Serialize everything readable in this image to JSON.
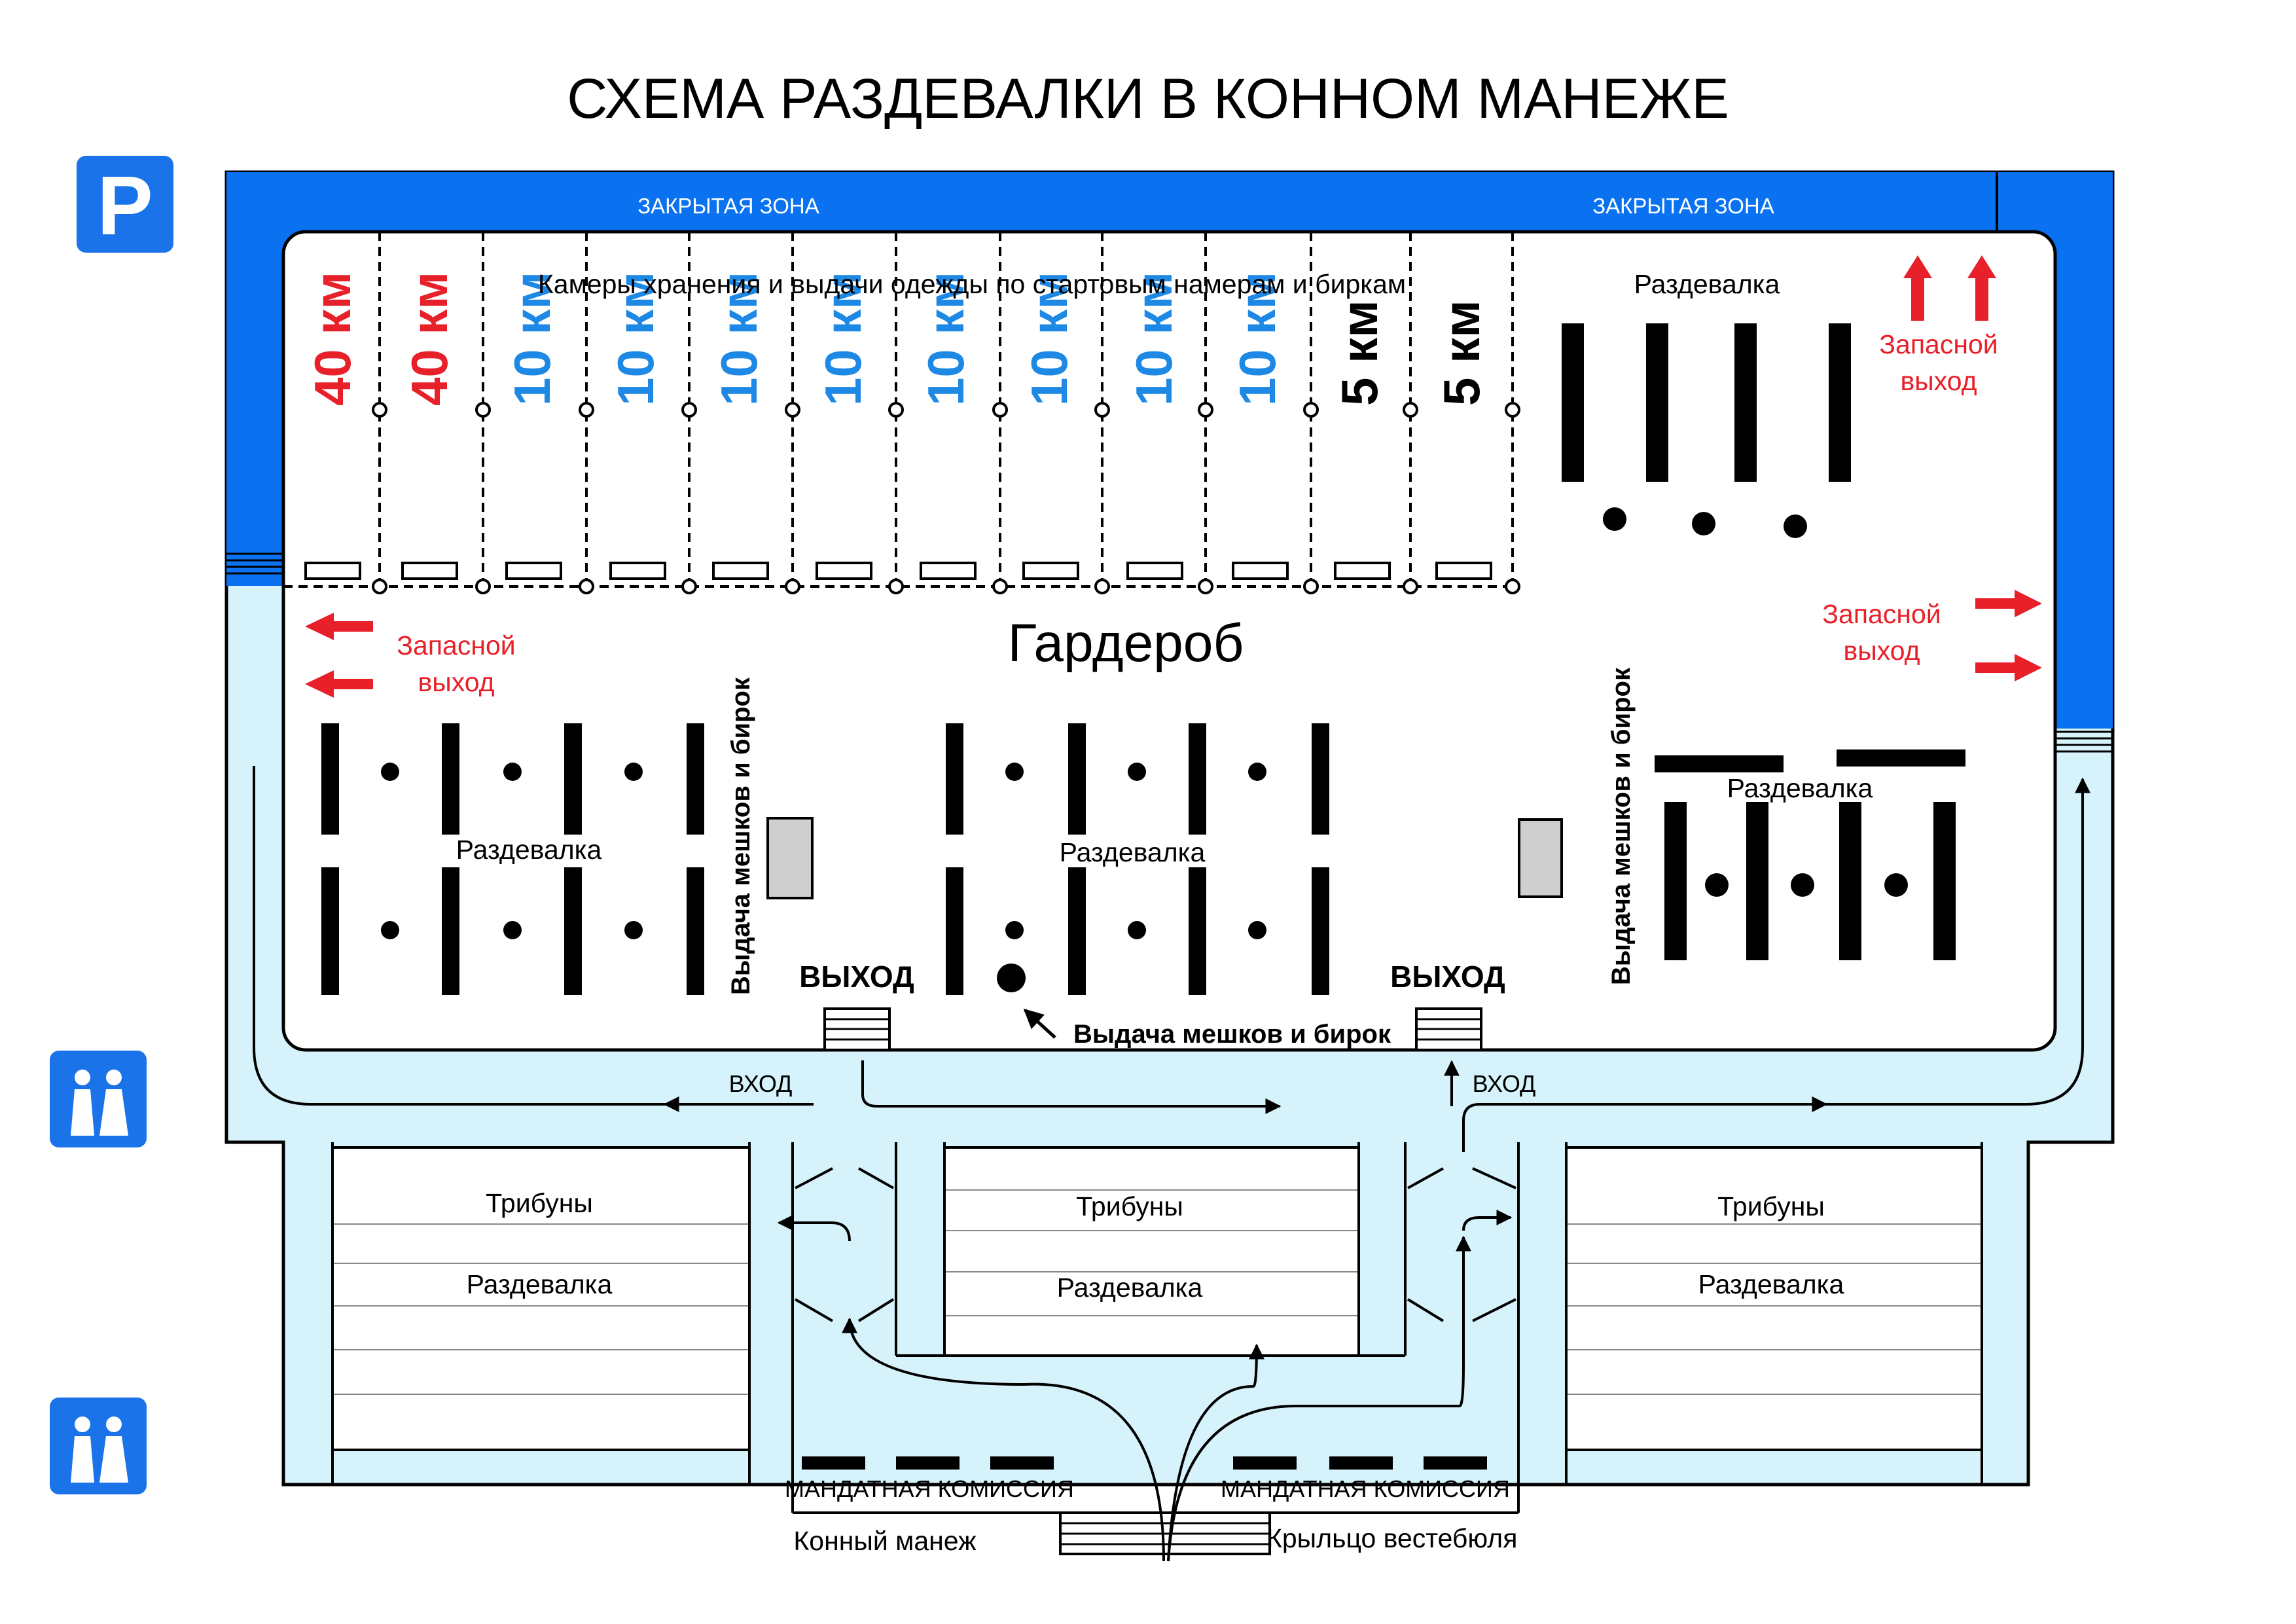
{
  "title": "СХЕМА РАЗДЕВАЛКИ В КОННОМ МАНЕЖЕ",
  "closed_zone_left": "ЗАКРЫТАЯ ЗОНА",
  "closed_zone_right": "ЗАКРЫТАЯ ЗОНА",
  "storage_caption": "Камеры хранения и выдачи одежды по стартовым намерам и биркам",
  "distances": [
    {
      "label": "40 км",
      "color": "#e8202a"
    },
    {
      "label": "40 км",
      "color": "#e8202a"
    },
    {
      "label": "10 км",
      "color": "#1e88e5"
    },
    {
      "label": "10 км",
      "color": "#1e88e5"
    },
    {
      "label": "10 км",
      "color": "#1e88e5"
    },
    {
      "label": "10 км",
      "color": "#1e88e5"
    },
    {
      "label": "10 км",
      "color": "#1e88e5"
    },
    {
      "label": "10 км",
      "color": "#1e88e5"
    },
    {
      "label": "10 км",
      "color": "#1e88e5"
    },
    {
      "label": "10 км",
      "color": "#1e88e5"
    },
    {
      "label": "5 км",
      "color": "#000000"
    },
    {
      "label": "5 км",
      "color": "#000000"
    }
  ],
  "wardrobe": "Гардероб",
  "changing_room": "Раздевалка",
  "emergency_exit_line1": "Запасной",
  "emergency_exit_line2": "выход",
  "bag_issue": "Выдача мешков и бирок",
  "exit": "ВЫХОД",
  "entrance": "ВХОД",
  "stands": "Трибуны",
  "credentials_committee": "МАНДАТНАЯ КОМИССИЯ",
  "horse_arena": "Конный манеж",
  "vestibule_porch": "Крыльцо вестебюля",
  "icons": [
    "parking-icon",
    "restroom-icon"
  ],
  "colors": {
    "closed_zone": "#0a72f0",
    "corridor": "#d6f3fb",
    "emergency": "#e8202a",
    "icon_bg": "#1a73e8"
  }
}
